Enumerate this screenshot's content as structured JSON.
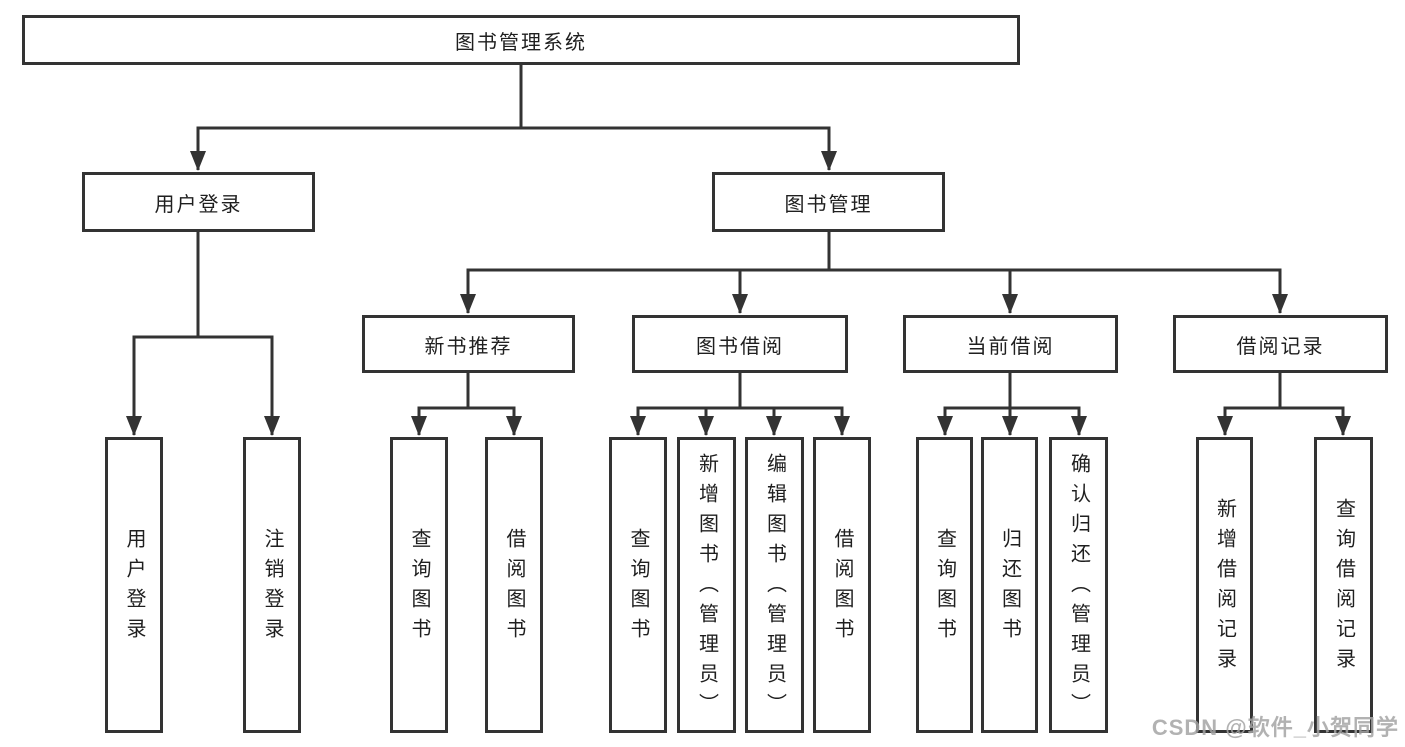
{
  "diagram": {
    "root": "图书管理系统",
    "branches": [
      {
        "label": "用户登录",
        "children": [
          "用户登录",
          "注销登录"
        ]
      },
      {
        "label": "图书管理",
        "groups": [
          {
            "label": "新书推荐",
            "children": [
              "查询图书",
              "借阅图书"
            ]
          },
          {
            "label": "图书借阅",
            "children": [
              "查询图书",
              "新增图书（管理员）",
              "编辑图书（管理员）",
              "借阅图书"
            ]
          },
          {
            "label": "当前借阅",
            "children": [
              "查询图书",
              "归还图书",
              "确认归还（管理员）"
            ]
          },
          {
            "label": "借阅记录",
            "children": [
              "新增借阅记录",
              "查询借阅记录"
            ]
          }
        ]
      }
    ],
    "watermark": "CSDN @软件_小贺同学",
    "colors": {
      "line": "#333333",
      "text": "#1f1f1f",
      "background": "#ffffff",
      "watermark": "#a5a5a5"
    }
  }
}
